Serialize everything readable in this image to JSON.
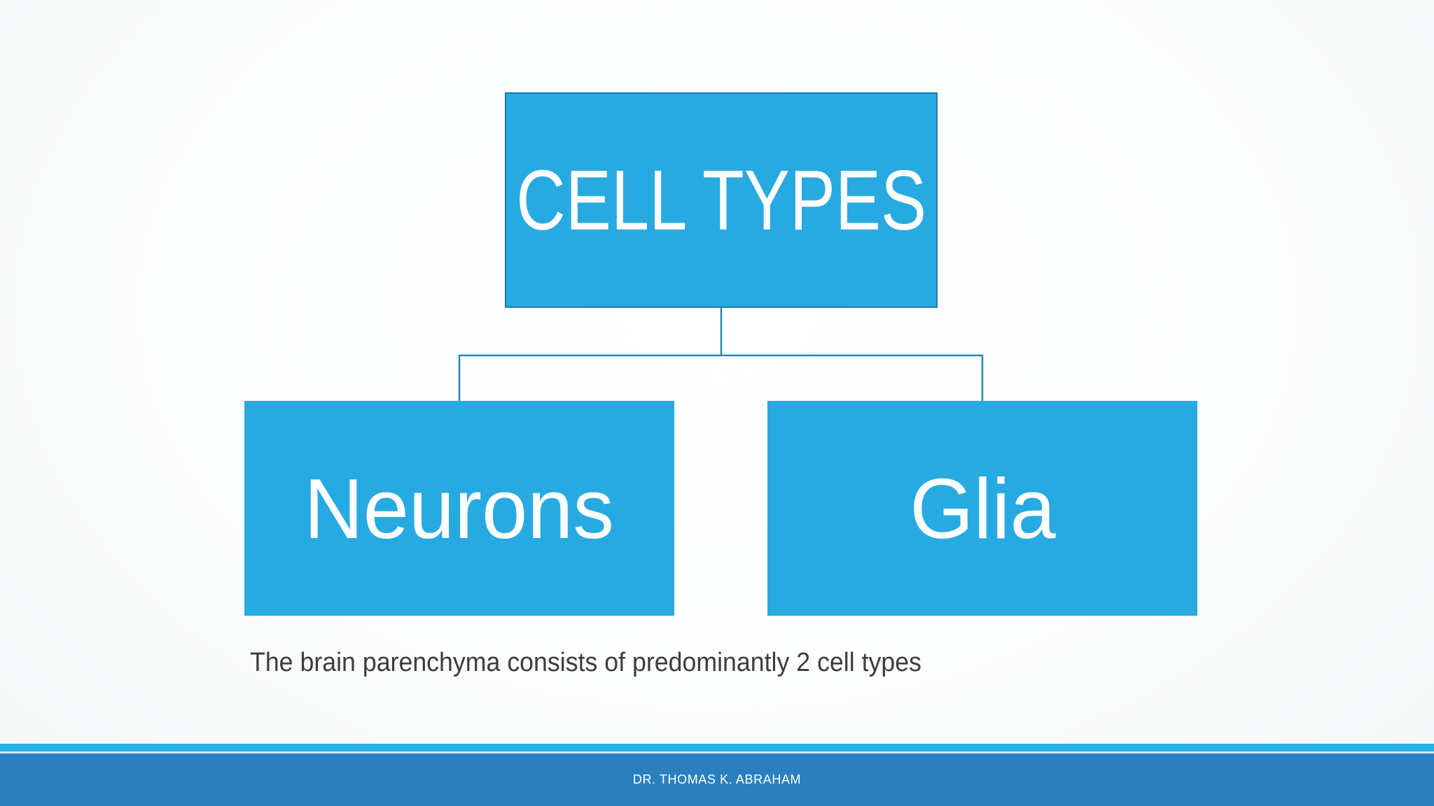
{
  "slide": {
    "diagram": {
      "root": {
        "label": "CELL TYPES"
      },
      "children": [
        {
          "label": "Neurons"
        },
        {
          "label": "Glia"
        }
      ]
    },
    "caption": "The brain parenchyma consists of predominantly 2 cell types",
    "footer": {
      "author": "DR. THOMAS K. ABRAHAM"
    }
  },
  "colors": {
    "node_fill": "#27aae1",
    "node_border": "#1e79ac",
    "connector": "#2484bc",
    "footer_bar": "#2a80bf",
    "footer_strip": "#2ab0e7",
    "footer_divider": "#cfe9f6",
    "caption_text": "#3d3d3d",
    "node_text": "#ffffff",
    "footer_text": "#ffffff",
    "background": "#fcfdfd"
  }
}
